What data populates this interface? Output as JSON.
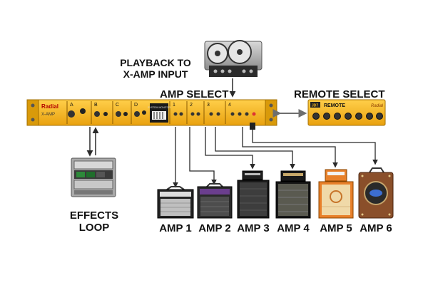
{
  "labels": {
    "playback": "PLAYBACK TO\nX-AMP INPUT",
    "amp_select": "AMP SELECT",
    "remote_select": "REMOTE SELECT",
    "effects_loop": "EFFECTS\nLOOP"
  },
  "rack": {
    "brand": "Radial",
    "model": "X-AMP",
    "section_letters": [
      "A",
      "B",
      "C",
      "D"
    ],
    "section_numbers": [
      "1",
      "2",
      "3",
      "4"
    ],
    "display_text": "SYSTEM MONITOR"
  },
  "remote": {
    "brand": "JD7",
    "name": "REMOTE",
    "logo": "Radial"
  },
  "amps": [
    {
      "label": "AMP 1"
    },
    {
      "label": "AMP 2"
    },
    {
      "label": "AMP 3"
    },
    {
      "label": "AMP 4"
    },
    {
      "label": "AMP 5"
    },
    {
      "label": "AMP 6"
    }
  ],
  "colors": {
    "rack_yellow": "#f4b41a",
    "rack_dark": "#c98a06",
    "cable": "#2a2a2a",
    "arrow_gray": "#6e6e6e",
    "amp_orange": "#e8802a",
    "amp_brown": "#8a4f2a"
  }
}
